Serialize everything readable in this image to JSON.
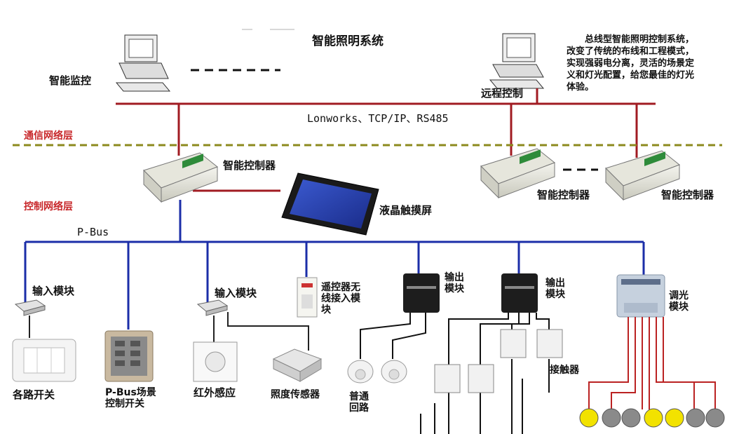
{
  "title": "智能照明系统",
  "description": "总线型智能照明控制系统，改变了传统的布线和工程模式，实现强弱电分离，灵活的场景定义和灯光配置，给您最佳的灯光体验。",
  "layers": {
    "communication": "通信网络层",
    "control": "控制网络层"
  },
  "protocols": "Lonworks、TCP/IP、RS485",
  "bus": "P-Bus",
  "devices": {
    "monitor": "智能监控",
    "remote": "远程控制",
    "controller_main": "智能控制器",
    "controller_2": "智能控制器",
    "controller_3": "智能控制器",
    "touchscreen": "液晶触摸屏",
    "input_module_1": "输入模块",
    "input_module_2": "输入模块",
    "remote_input": "遥控器无线接入模块",
    "output_module_1": "输出模块",
    "output_module_2": "输出模块",
    "dimmer": "调光模块",
    "switches": "各路开关",
    "scene_switch": "P-Bus场景控制开关",
    "infrared": "红外感应",
    "illuminance": "照度传感器",
    "normal_circuit": "普通回路",
    "contactor": "接触器"
  },
  "colors": {
    "ethernet_line": "#a11b22",
    "bus_line": "#1b2ea8",
    "layer_text": "#c8282b",
    "divider": "#8c8a1e",
    "lamp_on": "#f2e200",
    "lamp_off": "#8a8a8a"
  },
  "lamps": [
    "on",
    "off",
    "off",
    "on",
    "on",
    "off",
    "off"
  ]
}
